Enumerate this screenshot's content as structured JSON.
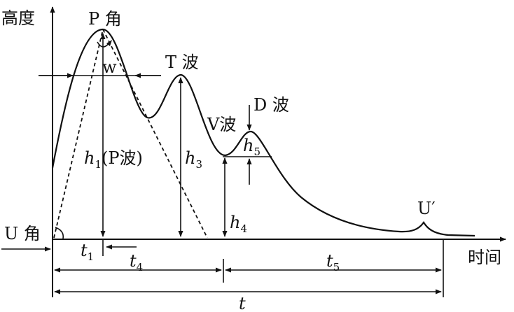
{
  "axes": {
    "y_label": "高度",
    "x_label": "时间"
  },
  "points": {
    "p_angle": "P 角",
    "t_wave": "T 波",
    "v_wave": "V波",
    "d_wave": "D 波",
    "u_angle": "U 角",
    "u_prime": "U′",
    "w": "w"
  },
  "heights": {
    "h1": {
      "main": "h",
      "sub": "1",
      "suffix": "(P波)"
    },
    "h3": {
      "main": "h",
      "sub": "3"
    },
    "h4": {
      "main": "h",
      "sub": "4"
    },
    "h5": {
      "main": "h",
      "sub": "5"
    }
  },
  "times": {
    "t1": {
      "main": "t",
      "sub": "1"
    },
    "t4": {
      "main": "t",
      "sub": "4"
    },
    "t5": {
      "main": "t",
      "sub": "5"
    },
    "t": {
      "main": "t"
    }
  }
}
